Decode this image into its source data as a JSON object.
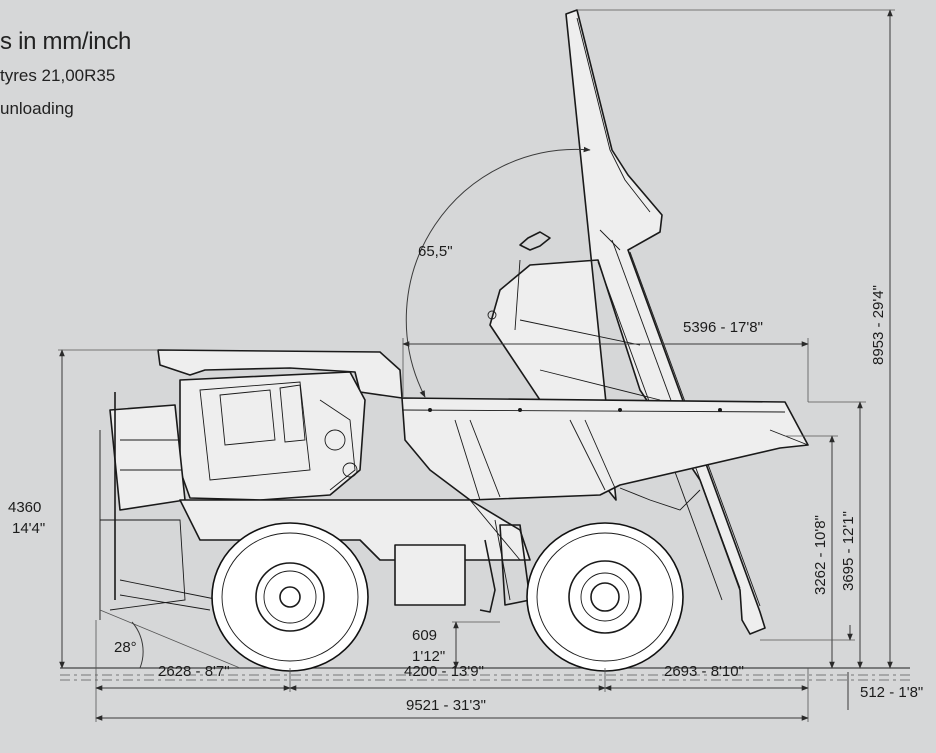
{
  "header": {
    "title": "s in mm/inch",
    "line1": "tyres 21,00R35",
    "line2": "unloading"
  },
  "dimensions": {
    "tip_angle": "65,5\"",
    "body_length": "5396 - 17'8\"",
    "total_height_raised": "8953 - 29'4\"",
    "overall_height_mm": "4360",
    "overall_height_in": "14'4\"",
    "height_3262": "3262 - 10'8\"",
    "height_3695": "3695 - 12'1\"",
    "ground_clearance_mm": "609",
    "ground_clearance_in": "1'12\"",
    "approach_angle": "28°",
    "front_overhang": "2628 - 8'7\"",
    "wheelbase": "4200 - 13'9\"",
    "rear_overhang": "2693 - 8'10\"",
    "overall_length": "9521 - 31'3\"",
    "below_ground": "512 - 1'8\""
  },
  "colors": {
    "background": "#d6d7d8",
    "line": "#1a1a1a"
  }
}
